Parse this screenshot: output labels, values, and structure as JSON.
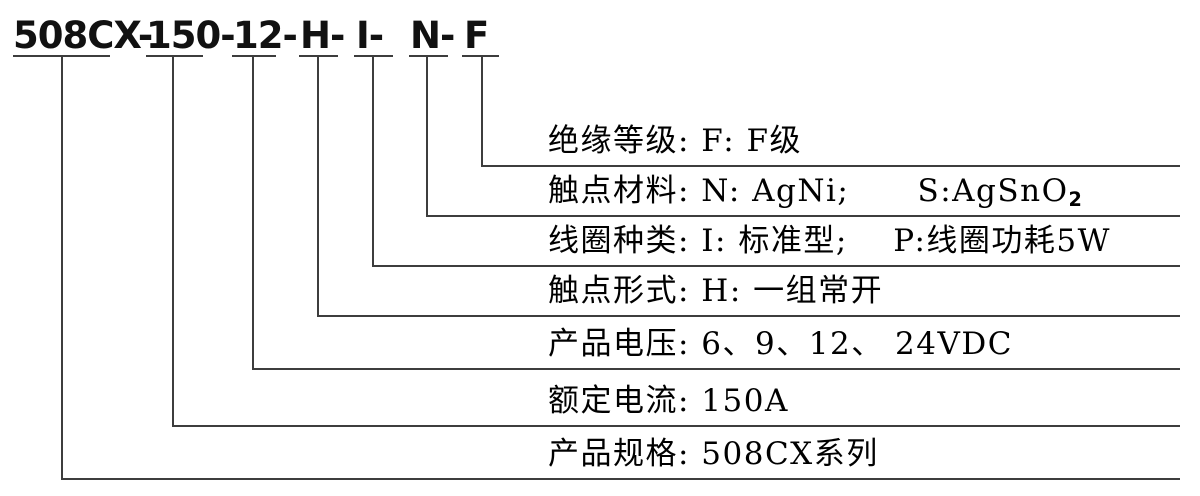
{
  "part_number": {
    "full": "508CX- 150- 12- H- I- N- F",
    "segments": [
      "508CX-",
      "150-",
      "12-",
      "H-",
      "I-",
      "N-",
      "F"
    ]
  },
  "rows": [
    {
      "text": "绝缘等级: F: F级"
    },
    {
      "text": "触点材料: N: AgNi;      S:AgSnO",
      "sub": "2"
    },
    {
      "text": "线圈种类: I: 标准型;    P:线圈功耗5W"
    },
    {
      "text": "触点形式: H: 一组常开"
    },
    {
      "text": "产品电压: 6、9、12、 24VDC"
    },
    {
      "text": "额定电流: 150A"
    },
    {
      "text": "产品规格: 508CX系列"
    }
  ],
  "colors": {
    "line": "#3d3d3d",
    "text": "#000000",
    "background": "#ffffff"
  }
}
